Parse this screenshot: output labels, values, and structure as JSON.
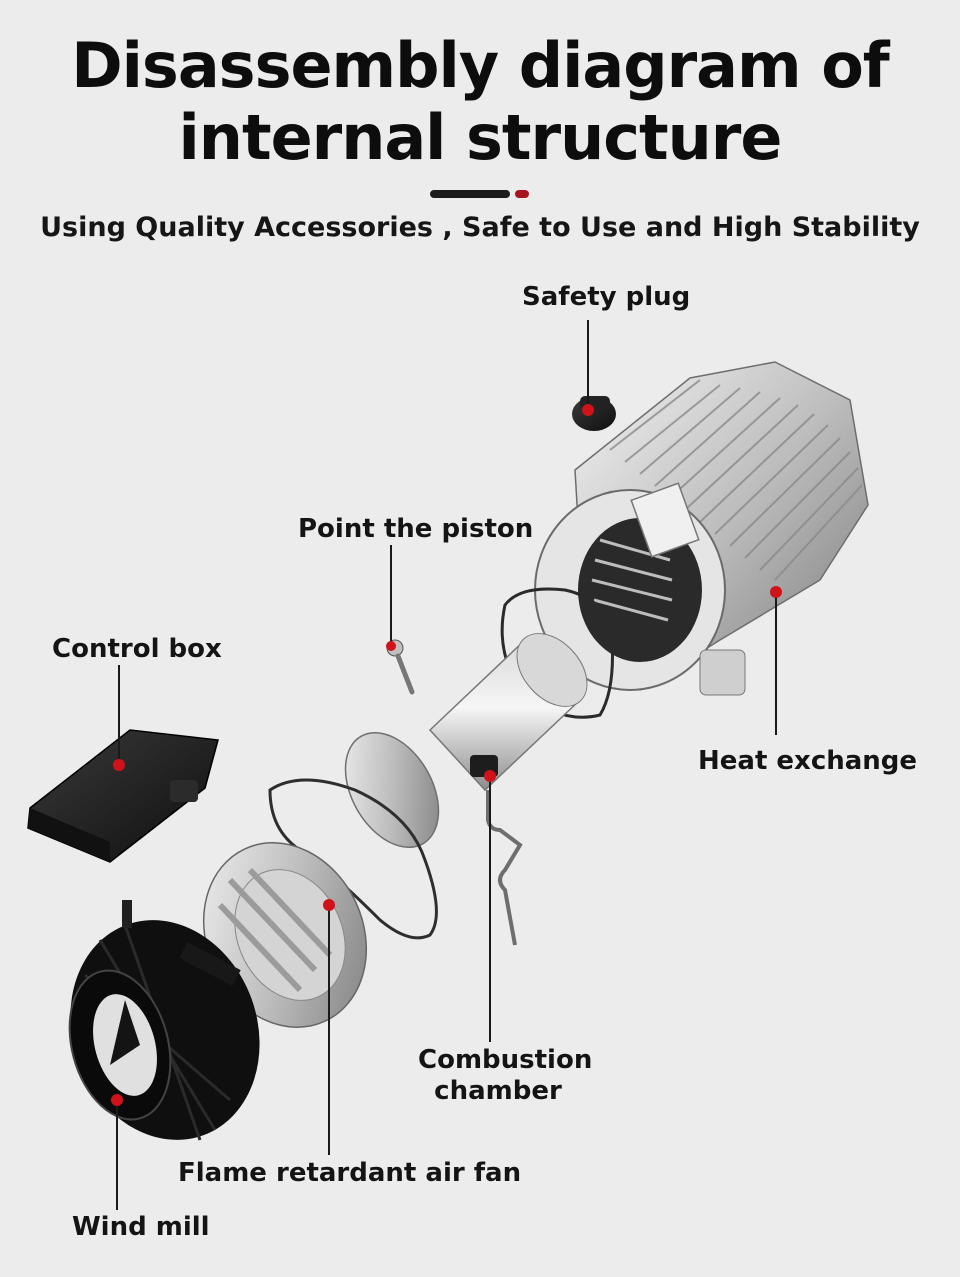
{
  "header": {
    "title_line1": "Disassembly diagram of",
    "title_line2": "internal structure",
    "subtitle": "Using Quality Accessories , Safe to Use and High Stability"
  },
  "labels": {
    "safety_plug": "Safety plug",
    "point_the_piston": "Point the piston",
    "control_box": "Control box",
    "heat_exchange": "Heat exchange",
    "combustion_line1": "Combustion",
    "combustion_line2": "chamber",
    "flame_fan": "Flame retardant air fan",
    "wind_mill": "Wind mill"
  },
  "colors": {
    "background": "#ececec",
    "marker_red": "#d0121b",
    "accent_red": "#a8141c"
  }
}
